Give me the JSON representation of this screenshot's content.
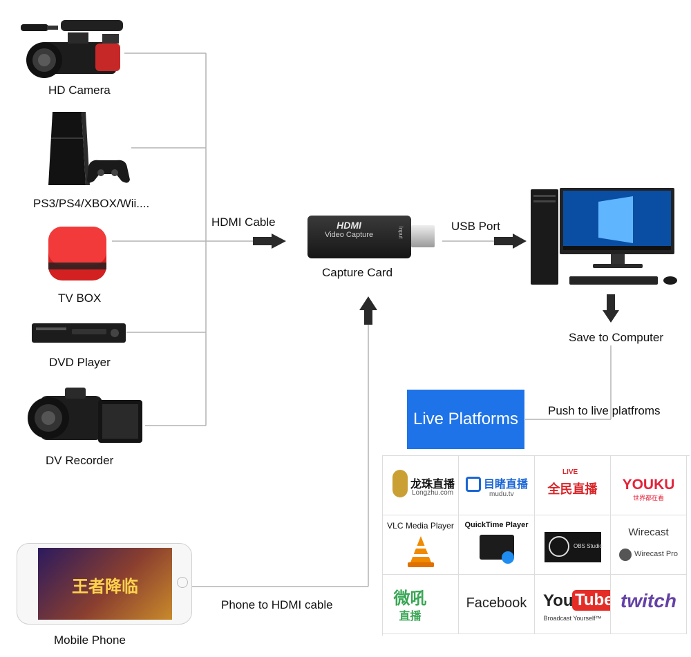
{
  "sources": {
    "hd_camera": "HD Camera",
    "console": "PS3/PS4/XBOX/Wii....",
    "tv_box": "TV BOX",
    "dvd_player": "DVD Player",
    "dv_recorder": "DV Recorder",
    "mobile_phone": "Mobile Phone"
  },
  "phone_game": {
    "title": "王者降临"
  },
  "links": {
    "hdmi_cable": "HDMI Cable",
    "usb_port": "USB Port",
    "save_to_computer": "Save to Computer",
    "push_to_live": "Push to live platfroms",
    "phone_to_hdmi": "Phone to HDMI cable"
  },
  "capture_card": {
    "label": "Capture Card",
    "brand": "HDMI",
    "model": "Video Capture",
    "port": "Input"
  },
  "live_platforms": {
    "title": "Live Platforms",
    "logos": {
      "longzhu_cn": "龙珠直播",
      "longzhu_url": "Longzhu.com",
      "mudu_cn": "目睹直播",
      "mudu_url": "mudu.tv",
      "quanmin_live": "LIVE",
      "quanmin_cn": "全民直播",
      "youku": "YOUKU",
      "youku_sub": "世界都在看",
      "vlc": "VLC Media Player",
      "quicktime": "QuickTime Player",
      "obs": "OBS Studio",
      "wirecast_title": "Wirecast",
      "wirecast_pro": "Wirecast Pro",
      "weibo_cn": "微吼",
      "weibo_sub": "直播",
      "facebook": "Facebook",
      "youtube_you": "You",
      "youtube_tube": "Tube",
      "youtube_tag": "Broadcast Yourself™",
      "twitch": "twitch"
    }
  },
  "colors": {
    "live_platforms_bg": "#1e73e8",
    "line": "#b4b4b4",
    "arrow": "#2a2a2a"
  }
}
